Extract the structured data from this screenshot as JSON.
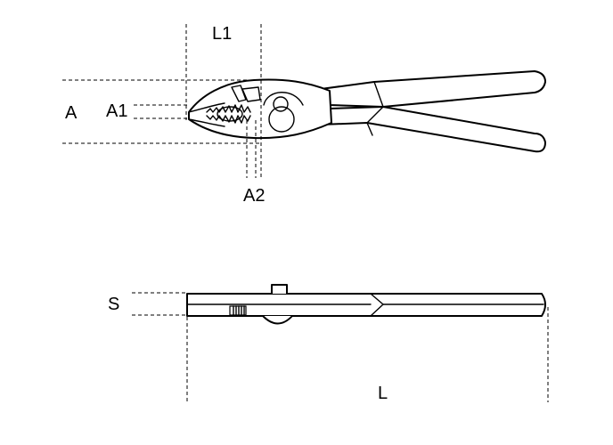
{
  "labels": {
    "l1": "L1",
    "a": "A",
    "a1": "A1",
    "a2": "A2",
    "s": "S",
    "l": "L"
  },
  "colors": {
    "line": "#000000",
    "background": "#ffffff"
  }
}
